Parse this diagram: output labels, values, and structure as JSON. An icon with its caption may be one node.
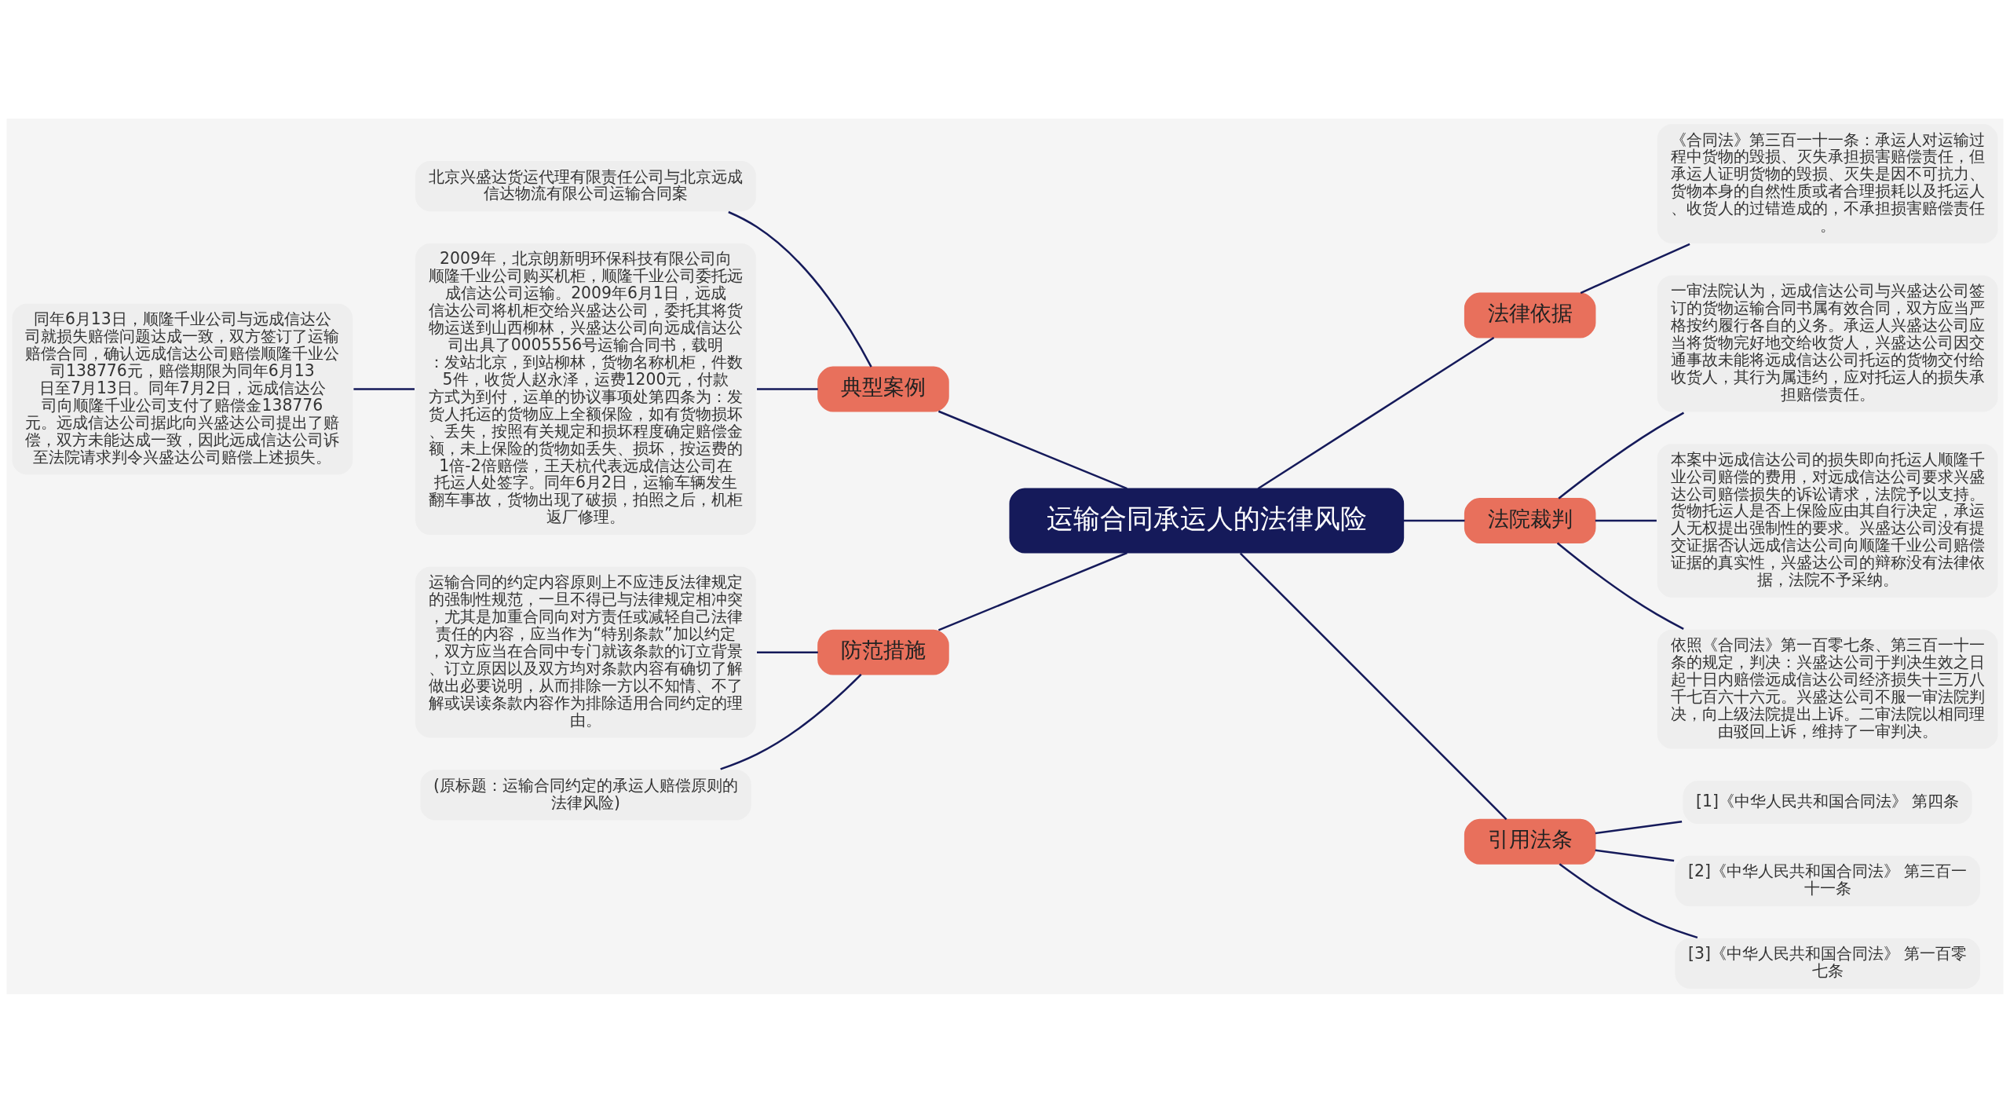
{
  "diagram": {
    "nodes": [
      {
        "text": [
          "运输合同承运人的法律风险"
        ]
      },
      {
        "text": [
          "法律依据"
        ]
      },
      {
        "text": [
          "《合同法》第三百一十一条：承运人对运输过程中货物的毁损、灭失承担损害赔偿责任，但承运人证明货物的毁损、灭失是因不可抗力、货物本身的自然性质或者合理损耗以及托运人、收货人的过错造成的，不承担损害赔偿责任。"
        ]
      },
      {
        "text": [
          "典型案例"
        ]
      },
      {
        "text": [
          "北京兴盛达货运代理有限责任公司与北京远成信达物流有限公司运输合同案"
        ]
      },
      {
        "text": [
          "2009年，北京朗新明环保科技有限公司向顺隆千业公司购买机柜，顺隆千业公司委托远成信达公司运输。2009年6月1日，远成信达公司将机柜交给兴盛达公司，委托其将货物运送到山西柳林，兴盛达公司向远成信达公司出具了0005556号运输合同书，载明：发站北京，到站柳林，货物名称机柜，件数5件，收货人赵永泽，运费1200元，付款方式为到付，运单的协议事项处第四条为：发货人托运的货物应上全额保险，如有货物损坏、丢失，按照有关规定和损坏程度确定赔偿金额，未上保险的货物如丢失、损坏，按运费的1倍-2倍赔偿，王天杭代表远成信达公司在托运人处签字。同年6月2日，运输车辆发生翻车事故，货物出现了破损，拍照之后，机柜返厂修理。"
        ]
      },
      {
        "text": [
          "同年6月13日，顺隆千业公司与远成信达公司就损失赔偿问题达成一致，双方签订了运输赔偿合同，确认远成信达公司赔偿顺隆千业公司138776元，赔偿期限为同年6月13日至7月13日。同年7月2日，远成信达公司向顺隆千业公司支付了赔偿金138776元。远成信达公司据此向兴盛达公司提出了赔偿，双方未能达成一致，因此远成信达公司诉至法院请求判令兴盛达公司赔偿上述损失。"
        ]
      },
      {
        "text": [
          "法院裁判"
        ]
      },
      {
        "text": [
          "一审法院认为，远成信达公司与兴盛达公司签订的货物运输合同书属有效合同，双方应当严格按约履行各自的义务。承运人兴盛达公司应当将货物完好地交给收货人，兴盛达公司因交通事故未能将远成信达公司托运的货物交付给收货人，其行为属违约，应对托运人的损失承担赔偿责任。"
        ]
      },
      {
        "text": [
          "本案中远成信达公司的损失即向托运人顺隆千业公司赔偿的费用，对远成信达公司要求兴盛达公司赔偿损失的诉讼请求，法院予以支持。货物托运人是否上保险应由其自行决定，承运人无权提出强制性的要求。兴盛达公司没有提交证据否认远成信达公司向顺隆千业公司赔偿证据的真实性，兴盛达公司的辩称没有法律依据，法院不予采纳。"
        ]
      },
      {
        "text": [
          "依照《合同法》第一百零七条、第三百一十一条的规定，判决：兴盛达公司于判决生效之日起十日内赔偿远成信达公司经济损失十三万八千七百六十六元。兴盛达公司不服一审法院判决，向上级法院提出上诉。二审法院以相同理由驳回上诉，维持了一审判决。"
        ]
      },
      {
        "text": [
          "防范措施"
        ]
      },
      {
        "text": [
          "运输合同的约定内容原则上不应违反法律规定的强制性规范，一旦不得已与法律规定相冲突，尤其是加重合同向对方责任或减轻自己法律责任的内容，应当作为“特别条款”加以约定，双方应当在合同中专门就该条款的订立背景、订立原因以及双方均对条款内容有确切了解做出必要说明，从而排除一方以不知情、不了解或误读条款内容作为排除适用合同约定的理由。"
        ]
      },
      {
        "text": [
          "(原标题：运输合同约定的承运人赔偿原则的法律风险)"
        ]
      },
      {
        "text": [
          "引用法条"
        ]
      },
      {
        "text": [
          "[1]《中华人民共和国合同法》 第四条"
        ]
      },
      {
        "text": [
          "[2]《中华人民共和国合同法》 第三百一十一条"
        ]
      },
      {
        "text": [
          "[3]《中华人民共和国合同法》 第一百零七条"
        ]
      }
    ],
    "edges": [
      {
        "from": 0,
        "to": 1,
        "arrow": "none"
      },
      {
        "from": 1,
        "to": 2,
        "arrow": "none"
      },
      {
        "from": 0,
        "to": 3,
        "arrow": "none"
      },
      {
        "from": 3,
        "to": 4,
        "arrow": "none"
      },
      {
        "from": 3,
        "to": 5,
        "arrow": "none"
      },
      {
        "from": 5,
        "to": 6,
        "arrow": "none"
      },
      {
        "from": 0,
        "to": 7,
        "arrow": "none"
      },
      {
        "from": 7,
        "to": 8,
        "arrow": "none"
      },
      {
        "from": 7,
        "to": 9,
        "arrow": "none"
      },
      {
        "from": 7,
        "to": 10,
        "arrow": "none"
      },
      {
        "from": 0,
        "to": 11,
        "arrow": "none"
      },
      {
        "from": 11,
        "to": 12,
        "arrow": "none"
      },
      {
        "from": 11,
        "to": 13,
        "arrow": "none"
      },
      {
        "from": 0,
        "to": 14,
        "arrow": "none"
      },
      {
        "from": 14,
        "to": 15,
        "arrow": "none"
      },
      {
        "from": 14,
        "to": 16,
        "arrow": "none"
      },
      {
        "from": 14,
        "to": 17,
        "arrow": "none"
      }
    ]
  }
}
